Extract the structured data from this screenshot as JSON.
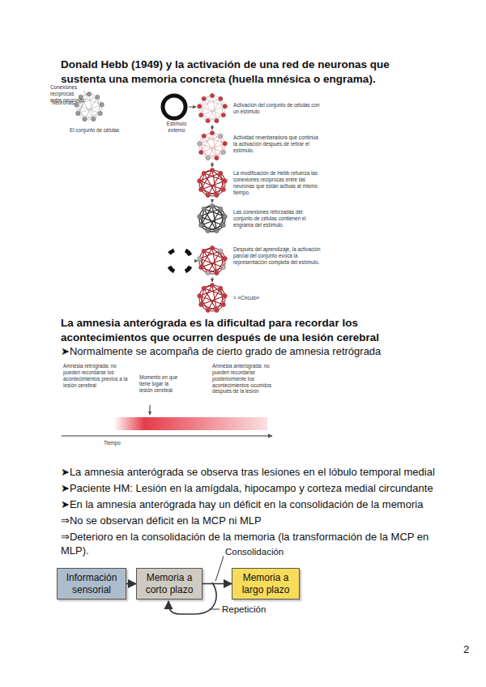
{
  "diagram": {
    "title": "Donald Hebb (1949) y la activación de una red de neuronas que sustenta una memoria concreta (huella mnésica o engrama).",
    "nodes": [
      {
        "text": [
          "Información sensorial"
        ]
      },
      {
        "text": [
          "Memoria a corto plazo"
        ]
      },
      {
        "text": [
          "Memoria a largo plazo"
        ]
      }
    ],
    "edges": [
      {
        "from": 0,
        "to": 1,
        "arrow": "to"
      },
      {
        "from": 1,
        "to": 2,
        "label": "Consolidación",
        "arrow": "to"
      }
    ],
    "labels": [
      "Conexiones recíprocas entre neuronas",
      "Neuronas",
      "El conjunto de células",
      "Estímulo externo",
      "Activación del conjunto de células con un estímulo",
      "Actividad reverberadora que continúa la activación después de retirar el estímulo.",
      "La modificación de Hebb refuerza las conexiones recíprocas entre las neuronas que están activas al mismo tiempo.",
      "Las conexiones reforzadas del conjunto de células contienen el engrama del estímulo.",
      "Después del aprendizaje, la activación parcial del conjunto evoca la representación completa del estímulo.",
      "= «Círculo»",
      "La amnesia anterógrada es la dificultad para recordar los acontecimientos que ocurren después de una lesión cerebral",
      "➤Normalmente se acompaña de cierto grado de amnesia retrógrada",
      "Amnesia retrógrada: no pueden recordarse los acontecimientos previos a la lesión cerebral",
      "Momento en que tiene lugar la lesión cerebral",
      "Amnesia anterógrada: no pueden recordarse posteriormente los acontecimientos ocurridos después de la lesión",
      "Tiempo",
      "➤La amnesia anterógrada se observa tras lesiones en el lóbulo temporal medial",
      "➤Paciente HM: Lesión en la amígdala, hipocampo y corteza medial circundante",
      "➤En la amnesia anterógrada hay un déficit en la consolidación de la memoria",
      "⇒No se observan déficit en la MCP ni MLP",
      "⇒Deterioro en la consolidación de la memoria (la transformación de la MCP en MLP).",
      "Repetición",
      "2"
    ]
  }
}
